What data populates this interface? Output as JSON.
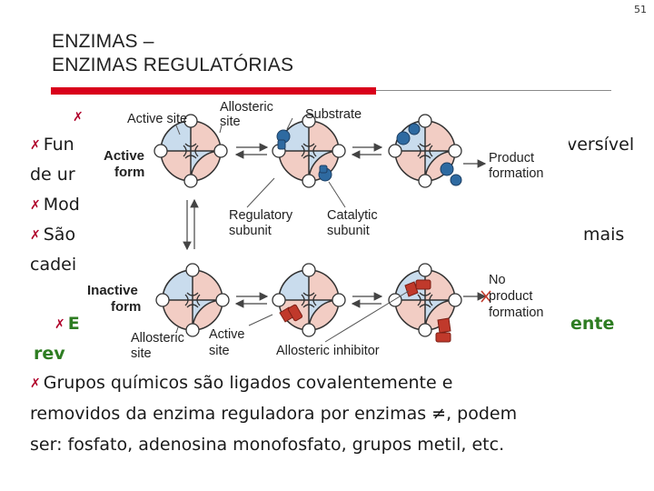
{
  "page_number": "51",
  "title": {
    "line1": "ENZIMAS –",
    "line2": "ENZIMAS REGULATÓRIAS"
  },
  "colors": {
    "accent": "#d9001b",
    "bullet": "#b0002a",
    "highlight_text": "#2e7d22",
    "catalytic_subunit": "#f2cdc4",
    "regulatory_subunit": "#c9dced",
    "substrate": "#2e6aa1",
    "inhibitor": "#c0392b"
  },
  "body": {
    "bullet_symbol": "✗",
    "line_fun_prefix": "Fun",
    "line_fun_suffix": "versível",
    "line_deu": "de ur",
    "line_mod": "Mod",
    "line_sao_prefix": "São",
    "line_sao_suffix": "mais",
    "line_cadei": "cadei",
    "line_green_prefix": "E",
    "line_green_suffix": "ente",
    "line_green2": "rev",
    "line_grupos1": "Grupos químicos são ligados covalentemente e",
    "line_grupos2": "removidos da enzima reguladora por enzimas ≠, podem",
    "line_grupos3": "ser: fosfato, adenosina monofosfato, grupos metil, etc."
  },
  "figure": {
    "labels": {
      "active_site": "Active site",
      "allosteric_site_1": "Allosteric",
      "allosteric_site_2": "site",
      "substrate": "Substrate",
      "active_form_1": "Active",
      "active_form_2": "form",
      "product_formation_1": "Product",
      "product_formation_2": "formation",
      "regulatory_subunit_1": "Regulatory",
      "regulatory_subunit_2": "subunit",
      "catalytic_subunit_1": "Catalytic",
      "catalytic_subunit_2": "subunit",
      "inactive_form_1": "Inactive",
      "inactive_form_2": "form",
      "no_product_1": "No",
      "no_product_2": "product",
      "no_product_3": "formation",
      "bottom_allosteric_1": "Allosteric",
      "bottom_allosteric_2": "site",
      "bottom_active_1": "Active",
      "bottom_active_2": "site",
      "allosteric_inhibitor": "Allosteric inhibitor"
    }
  }
}
